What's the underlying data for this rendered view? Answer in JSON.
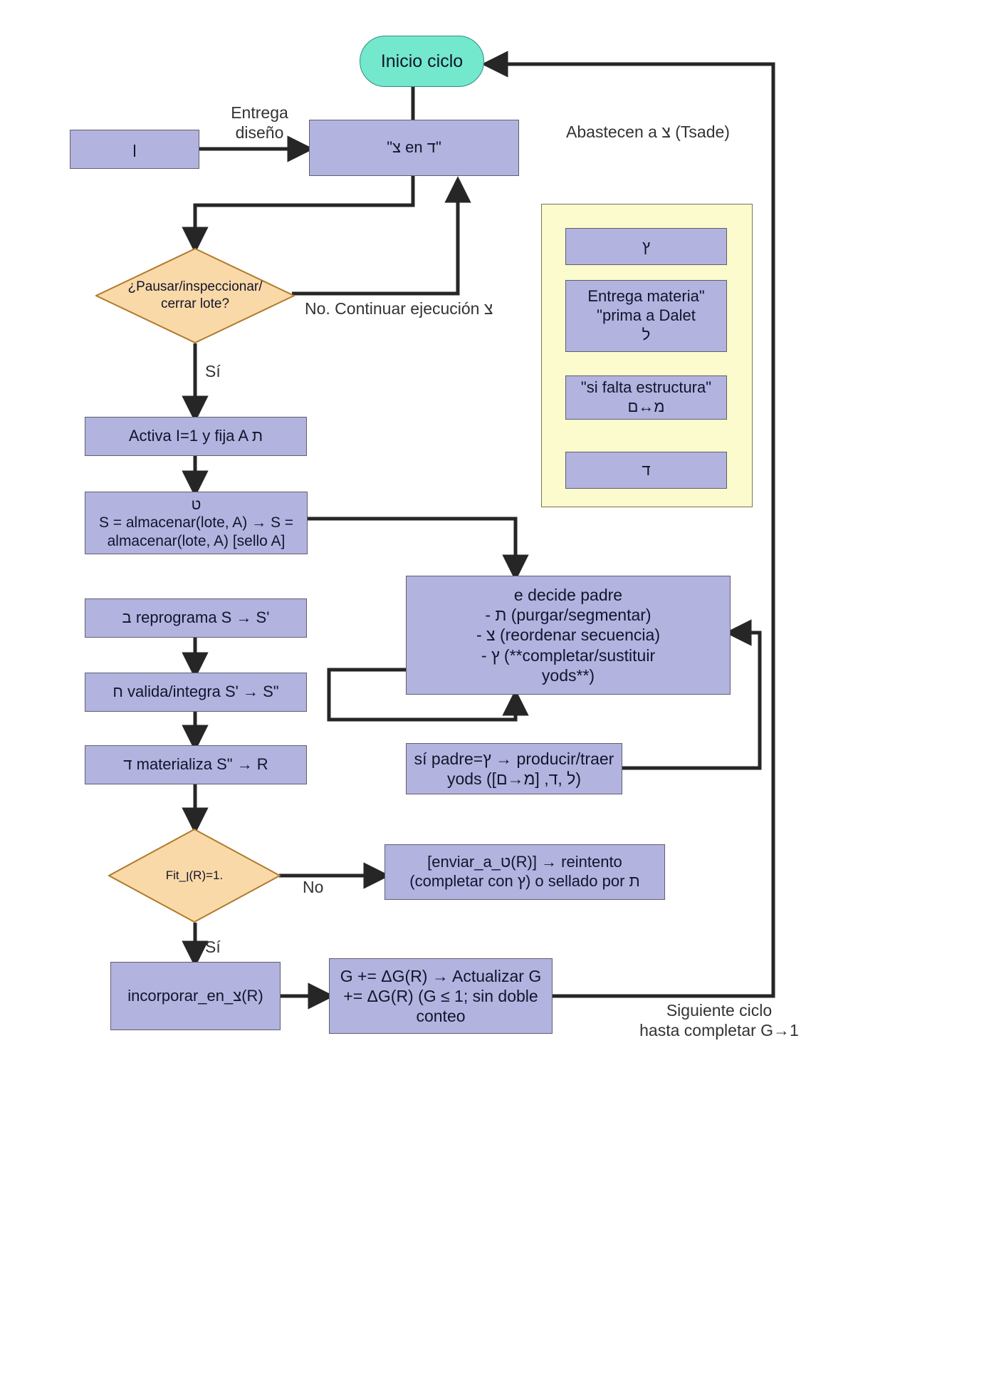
{
  "diagram": {
    "title": "Flujo de ciclo de produccion",
    "colors": {
      "process_fill": "#b3b3e0",
      "process_stroke": "#5f5f6e",
      "terminator_fill": "#73e8cd",
      "terminator_stroke": "#2f8f78",
      "decision_fill": "#fad9a8",
      "decision_stroke": "#b07a2a",
      "group_fill": "#fbfbcd",
      "group_stroke": "#777755",
      "connector": "#262626",
      "text": "#11152b",
      "edge_label_text": "#333333",
      "background": "#ffffff"
    }
  },
  "nodes": {
    "start": {
      "label": "Inicio ciclo",
      "shape": "terminator"
    },
    "vav_source": {
      "label": "ן",
      "shape": "process"
    },
    "main_state": {
      "label": "\"צ en ד\"",
      "shape": "process"
    },
    "decision_pause": {
      "label": "¿Pausar/inspeccionar/\ncerrar lote?",
      "shape": "decision"
    },
    "activa": {
      "label": "Activa I=1 y fija A ת",
      "shape": "process"
    },
    "almacenar": {
      "label": "ט\nS = almacenar(lote, A) → S =\nalmacenar(lote, A) [sello A]",
      "shape": "process"
    },
    "decide_padre": {
      "label": "e decide padre\n- ת (purgar/segmentar)\n- צ (reordenar secuencia)\n- ץ (**completar/sustituir\nyods**)",
      "shape": "process"
    },
    "reprograma": {
      "label": "ב reprograma S → S'",
      "shape": "process"
    },
    "valida": {
      "label": "ח valida/integra S' → S\"",
      "shape": "process"
    },
    "materializa": {
      "label": "ד materializa S\" → R",
      "shape": "process"
    },
    "si_padre": {
      "label": "sí padre=ץ → producir/traer\nyods ([מ→ם] ,ל ,ד)",
      "shape": "process"
    },
    "decision_fit": {
      "label": "Fit_ן(R)=1.",
      "shape": "decision"
    },
    "reintento": {
      "label": "[enviar_a_ט(R)] → reintento\n(completar con ץ) o sellado por ת",
      "shape": "process"
    },
    "incorporar": {
      "label": "incorporar_en_צ(R)",
      "shape": "process"
    },
    "actualizar_g": {
      "label": "G += ΔG(R) → Actualizar G\n+= ΔG(R) (G ≤ 1; sin doble\nconteo",
      "shape": "process"
    }
  },
  "group_supply": {
    "items": [
      {
        "label": "ץ"
      },
      {
        "label": "Entrega materia\"\n\"prima a Dalet\nל"
      },
      {
        "label": "\"si falta estructura\"\nמ↔ם"
      },
      {
        "label": "ד"
      }
    ]
  },
  "edge_labels": {
    "entrega_diseno": "Entrega\ndiseño",
    "abastecen": "Abastecen a צ (Tsade)",
    "no_continuar": "No. Continuar ejecución צ",
    "si_pause": "Sí",
    "no_fit": "No",
    "si_fit": "Sí",
    "siguiente_ciclo": "Siguiente ciclo\nhasta completar G→1"
  }
}
